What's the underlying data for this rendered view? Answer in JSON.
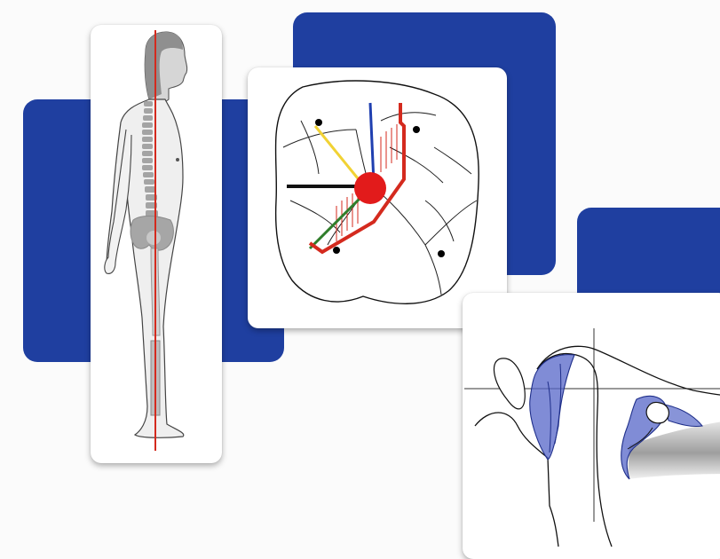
{
  "colors": {
    "background": "#fbfbfb",
    "accent_blue": "#1f3fa0",
    "card_white": "#ffffff",
    "plumb_line_red": "#d42a1e",
    "spine_gray": "#a4a4a4",
    "line_yellow": "#f1d234",
    "line_green": "#2f7d2a",
    "line_blue": "#1f3fb0",
    "ligament_blue": "#5666c8"
  },
  "cards": [
    {
      "name": "posture-card",
      "icon": "standing-body-plumb-line"
    },
    {
      "name": "occlusal-card",
      "icon": "molar-occlusal-surface"
    },
    {
      "name": "joint-card",
      "icon": "joint-cross-section"
    }
  ]
}
